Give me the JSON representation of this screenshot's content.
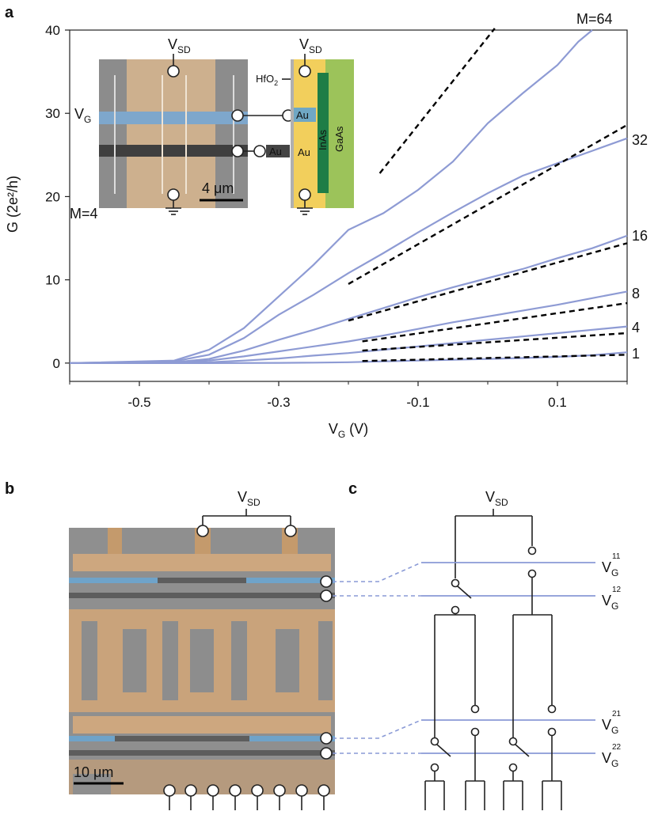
{
  "panels": {
    "a": "a",
    "b": "b",
    "c": "c"
  },
  "colors": {
    "curve": "#8e9bd4",
    "fit": "#000000",
    "gate_line": "#8a9ad6"
  },
  "chart_data": {
    "type": "line",
    "xlabel_main": "V",
    "xlabel_sub": "G",
    "xlabel_unit": " (V)",
    "ylabel": "G (2e²/h)",
    "xlim": [
      -0.6,
      0.2
    ],
    "ylim": [
      -2.2,
      40
    ],
    "xticks": [
      -0.5,
      -0.3,
      -0.1,
      0.1
    ],
    "xtick_labels": [
      "-0.5",
      "-0.3",
      "-0.1",
      "0.1"
    ],
    "yticks": [
      0,
      10,
      20,
      30,
      40
    ],
    "ytick_labels": [
      "0",
      "10",
      "20",
      "30",
      "40"
    ],
    "series": [
      {
        "name": "1",
        "label": "1",
        "x": [
          -0.6,
          -0.4,
          -0.3,
          -0.25,
          -0.2,
          -0.15,
          -0.1,
          -0.05,
          0.0,
          0.05,
          0.1,
          0.15,
          0.2
        ],
        "y": [
          0,
          0,
          0.02,
          0.05,
          0.1,
          0.2,
          0.3,
          0.4,
          0.5,
          0.6,
          0.75,
          0.95,
          1.3
        ]
      },
      {
        "name": "4",
        "label": "4",
        "x": [
          -0.6,
          -0.45,
          -0.4,
          -0.35,
          -0.3,
          -0.25,
          -0.2,
          -0.15,
          -0.1,
          -0.05,
          0.0,
          0.05,
          0.1,
          0.15,
          0.2
        ],
        "y": [
          0,
          0.02,
          0.1,
          0.3,
          0.55,
          0.9,
          1.2,
          1.6,
          2.0,
          2.4,
          2.8,
          3.2,
          3.6,
          4.0,
          4.4
        ]
      },
      {
        "name": "8",
        "label": "8",
        "x": [
          -0.6,
          -0.45,
          -0.4,
          -0.35,
          -0.3,
          -0.25,
          -0.2,
          -0.15,
          -0.1,
          -0.05,
          0.0,
          0.05,
          0.1,
          0.15,
          0.2
        ],
        "y": [
          0,
          0.05,
          0.3,
          0.8,
          1.4,
          2.0,
          2.6,
          3.3,
          4.1,
          4.9,
          5.6,
          6.3,
          7.0,
          7.8,
          8.6
        ]
      },
      {
        "name": "16",
        "label": "16",
        "x": [
          -0.6,
          -0.45,
          -0.4,
          -0.35,
          -0.3,
          -0.25,
          -0.2,
          -0.15,
          -0.1,
          -0.05,
          0.0,
          0.05,
          0.1,
          0.15,
          0.2
        ],
        "y": [
          0,
          0.1,
          0.5,
          1.5,
          2.8,
          4.0,
          5.3,
          6.6,
          7.9,
          9.1,
          10.2,
          11.3,
          12.6,
          13.8,
          15.3
        ]
      },
      {
        "name": "32",
        "label": "32",
        "x": [
          -0.6,
          -0.45,
          -0.4,
          -0.35,
          -0.3,
          -0.25,
          -0.2,
          -0.15,
          -0.1,
          -0.05,
          0.0,
          0.05,
          0.1,
          0.15,
          0.2
        ],
        "y": [
          0,
          0.2,
          1.0,
          3.0,
          5.8,
          8.2,
          10.8,
          13.2,
          15.7,
          18.1,
          20.4,
          22.5,
          24.0,
          25.5,
          27.0
        ]
      },
      {
        "name": "64",
        "label": "M=64",
        "x": [
          -0.6,
          -0.45,
          -0.4,
          -0.35,
          -0.3,
          -0.25,
          -0.2,
          -0.17,
          -0.15,
          -0.1,
          -0.05,
          0.0,
          0.05,
          0.1,
          0.13,
          0.15
        ],
        "y": [
          0,
          0.3,
          1.6,
          4.2,
          8.0,
          11.8,
          16.0,
          17.2,
          18.0,
          20.8,
          24.2,
          28.8,
          32.4,
          35.8,
          38.6,
          40
        ]
      }
    ],
    "fits": [
      {
        "x": [
          -0.18,
          0.2
        ],
        "y": [
          0.25,
          1.0
        ]
      },
      {
        "x": [
          -0.18,
          0.2
        ],
        "y": [
          1.5,
          3.6
        ]
      },
      {
        "x": [
          -0.18,
          0.2
        ],
        "y": [
          2.6,
          7.2
        ]
      },
      {
        "x": [
          -0.2,
          0.2
        ],
        "y": [
          5.1,
          14.4
        ]
      },
      {
        "x": [
          -0.2,
          0.2
        ],
        "y": [
          9.5,
          28.6
        ]
      },
      {
        "x": [
          -0.155,
          0.01
        ],
        "y": [
          22.8,
          40.2
        ]
      }
    ]
  },
  "inset": {
    "vsd_main": "V",
    "vsd_sub": "SD",
    "vg_main": "V",
    "vg_sub": "G",
    "hfo2_main": "HfO",
    "hfo2_sub": "2",
    "au": "Au",
    "inas": "InAs",
    "gaas": "GaAs",
    "scale": "4 μm",
    "m_label": "M=4"
  },
  "panel_b": {
    "vsd_main": "V",
    "vsd_sub": "SD",
    "scale": "10 μm"
  },
  "panel_c": {
    "vsd_main": "V",
    "vsd_sub": "SD",
    "gate_main": "V",
    "gate_sub": "G",
    "gates": [
      {
        "sup": "11"
      },
      {
        "sup": "12"
      },
      {
        "sup": "21"
      },
      {
        "sup": "22"
      }
    ]
  }
}
